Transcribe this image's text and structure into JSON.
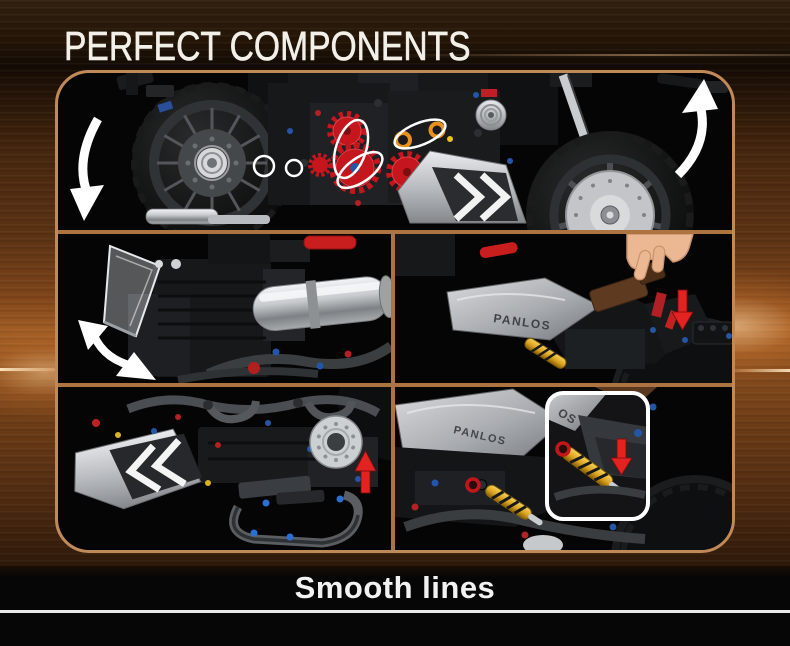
{
  "header": {
    "title": "PERFECT COMPONENTS"
  },
  "footer": {
    "caption": "Smooth lines"
  },
  "collage": {
    "brand": "PANLOS",
    "brand_partial": "OS"
  },
  "icons": {
    "curl-arrow-down-icon": "⤹",
    "curl-arrow-up-icon": "⤸",
    "swing-arrow-icon": "↭",
    "press-down-arrow-icon": "↓",
    "push-up-arrow-icon": "↑",
    "inset-down-arrow-icon": "↓",
    "magnifier-inset": "▢"
  },
  "colors": {
    "background_copper": "#9a5a24",
    "frame_border": "#c08a58",
    "panel_divider": "#ad7340",
    "photo_background": "#050505",
    "accent_red": "#e32222",
    "accent_gold": "#d9a21f",
    "gear_red": "#c4161c",
    "ring_orange": "#e8921e",
    "text_white": "#f3efe9"
  }
}
